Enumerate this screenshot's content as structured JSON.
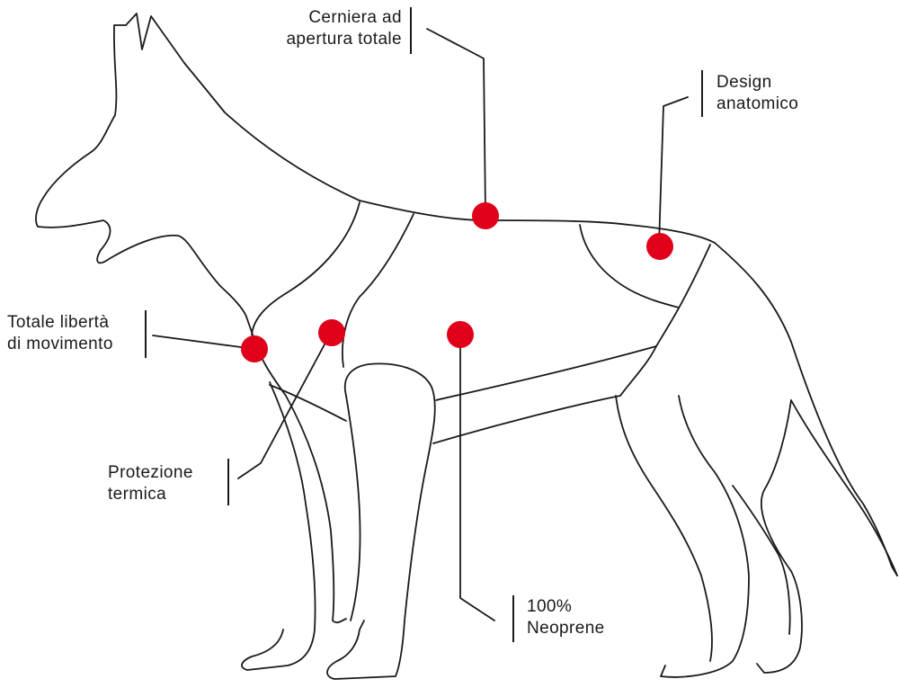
{
  "colors": {
    "marker": "#e0001a",
    "line": "#1a1a1a",
    "background": "#ffffff"
  },
  "features": [
    {
      "id": "zip",
      "line1": "Cerniera ad",
      "line2": "apertura totale"
    },
    {
      "id": "design",
      "line1": "Design",
      "line2": "anatomico"
    },
    {
      "id": "freedom",
      "line1": "Totale libertà",
      "line2": "di movimento"
    },
    {
      "id": "thermal",
      "line1": "Protezione",
      "line2": "termica"
    },
    {
      "id": "neoprene",
      "line1": "100%",
      "line2": "Neoprene"
    }
  ]
}
